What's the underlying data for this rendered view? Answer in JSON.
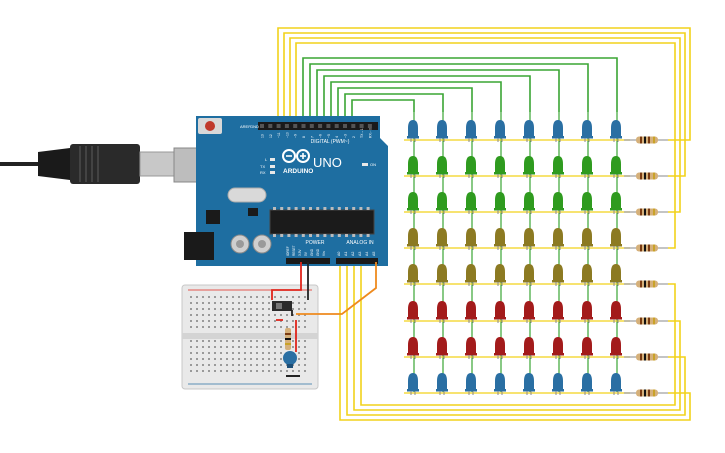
{
  "board": {
    "brand": "ARDUINO",
    "model": "UNO",
    "digital_header": "DIGITAL (PWM~)",
    "power_header": "POWER",
    "analog_header": "ANALOG IN",
    "on_label": "ON",
    "tx_label": "TX",
    "rx_label": "RX",
    "l_label": "L",
    "aref_label": "AREF",
    "gnd_label": "GND",
    "digital_pins": [
      "13",
      "12",
      "~11",
      "~10",
      "~9",
      "8",
      "7",
      "~6",
      "~5",
      "4",
      "~3",
      "2",
      "TX→1",
      "RX←0"
    ],
    "power_pins": [
      "IOREF",
      "RESET",
      "3.3V",
      "5V",
      "GND",
      "GND",
      "Vin"
    ],
    "analog_pins": [
      "A0",
      "A1",
      "A2",
      "A3",
      "A4",
      "A5"
    ]
  },
  "led_matrix": {
    "rows": [
      [
        "blue",
        "blue",
        "blue",
        "blue",
        "blue",
        "blue",
        "blue",
        "blue"
      ],
      [
        "green",
        "green",
        "green",
        "green",
        "green",
        "green",
        "green",
        "green"
      ],
      [
        "green",
        "green",
        "green",
        "green",
        "green",
        "green",
        "green",
        "green"
      ],
      [
        "olive",
        "olive",
        "olive",
        "olive",
        "olive",
        "olive",
        "olive",
        "olive"
      ],
      [
        "olive",
        "olive",
        "olive",
        "olive",
        "olive",
        "olive",
        "olive",
        "olive"
      ],
      [
        "red",
        "red",
        "red",
        "red",
        "red",
        "red",
        "red",
        "red"
      ],
      [
        "red",
        "red",
        "red",
        "red",
        "red",
        "red",
        "red",
        "red"
      ],
      [
        "blue",
        "blue",
        "blue",
        "blue",
        "blue",
        "blue",
        "blue",
        "blue"
      ]
    ],
    "lit_column_rows": 7
  },
  "colors": {
    "board": "#1e6ea1",
    "wire_yellow": "#f2d21b",
    "wire_green": "#3aa534",
    "wire_red": "#e0251b",
    "wire_orange": "#ee8a1e",
    "wire_black": "#222222",
    "led_blue": "#2a6fa3",
    "led_green": "#2f9b1f",
    "led_olive": "#8c7a22",
    "led_red": "#a31b1b",
    "breadboard": "#e9e9e9"
  }
}
